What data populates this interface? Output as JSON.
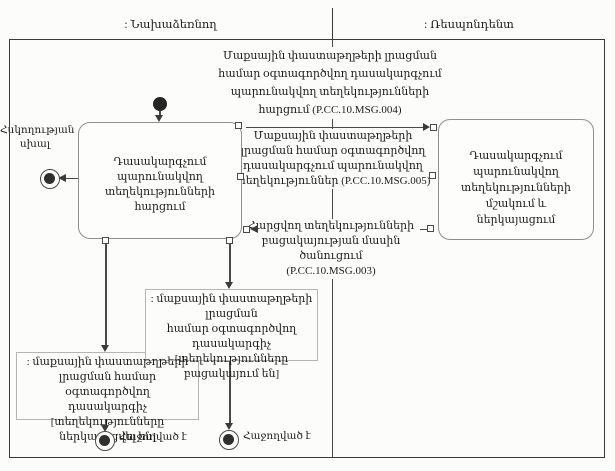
{
  "diagram": {
    "lanes": {
      "initiator": ": Նախաձեռնող",
      "respondent": ": Ռեսպոնդենտ"
    },
    "messages": {
      "msg004": "Մաքսային փաստաթղթերի լրացման\nհամար օգտագործվող դասակարգչում\nպարունակվող տեղեկությունների\nհարցում (P.CC.10.MSG.004)",
      "msg005": "Մաքսային փաստաթղթերի\nլրացման համար օգտագործվող\nդասակարգչում պարունակվող\nտեղեկություններ (P.CC.10.MSG.005)",
      "msg003": "Հարցվող տեղեկությունների\nբացակայության մասին ծանուցում\n(P.CC.10.MSG.003)"
    },
    "activities": {
      "request": "Դասակարգչում\nպարունակվող\nտեղեկությունների հարցում",
      "process": "Դասակարգչում\nպարունակվող\nտեղեկությունների մշակում և\nներկայացում"
    },
    "objects": {
      "absent": ": մաքսային փաստաթղթերի լրացման\nհամար օգտագործվող դասակարգիչ\n[տեղեկությունները բացակայում են]",
      "presented": ": մաքսային փաստաթղթերի\nլրացման համար օգտագործվող\nդասակարգիչ [տեղեկությունները\nներկայացվել են]"
    },
    "terminals": {
      "error": "Հսկողության\nսխալ",
      "success_left": "Հաջողված է",
      "success_right": "Հաջողված է"
    },
    "colors": {
      "line": "#4a4a4a",
      "box_border": "#8f8f8f",
      "text": "#1c1c1c",
      "node_fill": "#2f2f2f"
    }
  }
}
